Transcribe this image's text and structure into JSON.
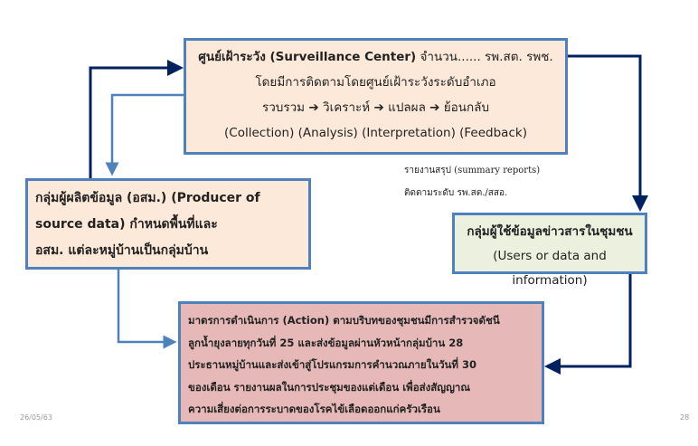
{
  "surveillance": {
    "title": "ศูนย์เฝ้าระวัง (Surveillance Center)",
    "title_rest": " จำนวน...... รพ.สต. รพช.",
    "line2": "โดยมีการติดตามโดยศูนย์เฝ้าระวังระดับอำเภอ",
    "steps": [
      "รวบรวม",
      "วิเคราะห์",
      "แปลผล",
      "ย้อนกลับ"
    ],
    "arrow": "➔",
    "steps_en": "(Collection) (Analysis) (Interpretation) (Feedback)"
  },
  "producer": {
    "lines": [
      "กลุ่มผู้ผลิตข้อมูล (อสม.) (Producer of",
      "source data) กำหนดพื้นที่และ",
      "อสม. แต่ละหมู่บ้านเป็นกลุ่มบ้าน"
    ]
  },
  "users": {
    "title": "กลุ่มผู้ใช้ข้อมูลข่าวสารในชุมชน",
    "subtitle": "(Users or data and information)"
  },
  "summary": {
    "line1": "รายงานสรุป (summary reports)",
    "line2": "ติดตามระดับ  รพ.สต./สสอ."
  },
  "action": {
    "lines": [
      "มาตรการดำเนินการ (Action) ตามบริบทของชุมชนมีการสำรวจดัชนี",
      "ลูกน้ำยุงลายทุกวันที่ 25 และส่งข้อมูลผ่านหัวหน้ากลุ่มบ้าน 28",
      "ประธานหมู่บ้านและส่งเข้าสู่โปรแกรมการคำนวณภายในวันที่ 30",
      "ของเดือน รายงานผลในการประชุมของแต่เดือน เพื่อส่งสัญญาณ",
      "ความเสี่ยงต่อการระบาดของโรคไข้เลือดออกแก่ครัวเรือน"
    ]
  },
  "footer": {
    "date": "26/05/63",
    "page": "28"
  },
  "colors": {
    "dark_arrow": "#002060",
    "light_arrow": "#4f81bd"
  }
}
